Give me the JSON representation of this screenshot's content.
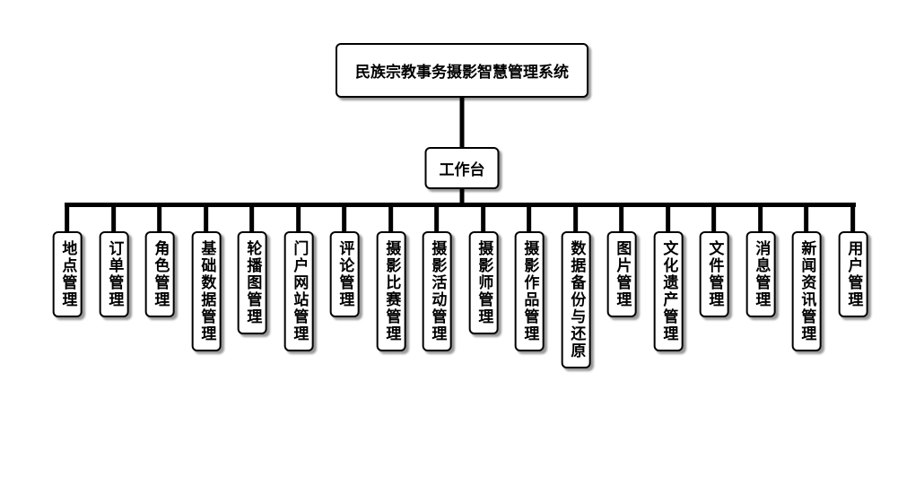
{
  "root": {
    "label": "民族宗教事务摄影智慧管理系统"
  },
  "workbench": {
    "label": "工作台"
  },
  "children": [
    {
      "label": "地点管理"
    },
    {
      "label": "订单管理"
    },
    {
      "label": "角色管理"
    },
    {
      "label": "基础数据管理"
    },
    {
      "label": "轮播图管理"
    },
    {
      "label": "门户网站管理"
    },
    {
      "label": "评论管理"
    },
    {
      "label": "摄影比赛管理"
    },
    {
      "label": "摄影活动管理"
    },
    {
      "label": "摄影师管理"
    },
    {
      "label": "摄影作品管理"
    },
    {
      "label": "数据备份与还原"
    },
    {
      "label": "图片管理"
    },
    {
      "label": "文化遗产管理"
    },
    {
      "label": "文件管理"
    },
    {
      "label": "消息管理"
    },
    {
      "label": "新闻资讯管理"
    },
    {
      "label": "用户管理"
    }
  ],
  "colors": {
    "node_background": "#ffffff",
    "node_border": "#000000",
    "connector_line": "#000000",
    "page_background": "#ffffff",
    "shadow": "#999999"
  }
}
